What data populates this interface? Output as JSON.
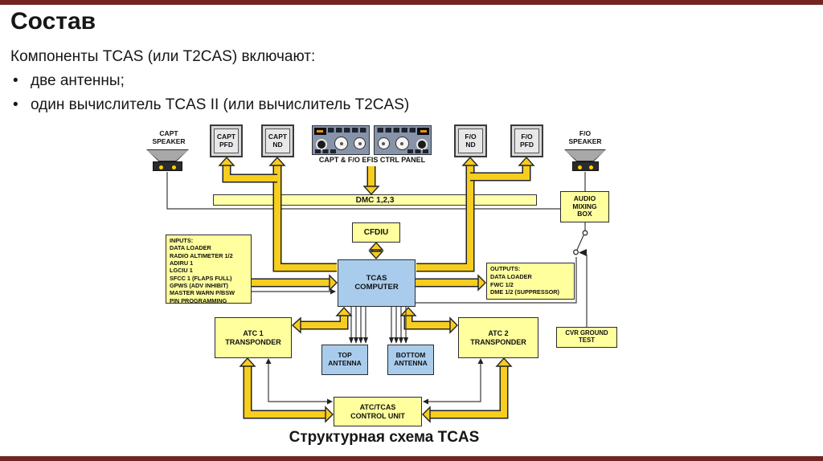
{
  "colors": {
    "gold": "#F7CD1E",
    "pale_yellow": "#FFFF9E",
    "bar_yellow": "#FFFFA8",
    "blue": "#A9CCEC",
    "maroon": "#722421"
  },
  "slide": {
    "title": "Состав",
    "subtitle": "Компоненты TCAS (или T2CAS) включают:",
    "bullets": [
      "две антенны;",
      "один вычислитель TCAS II (или вычислитель T2CAS)"
    ],
    "caption": "Структурная схема TCAS"
  },
  "diagram": {
    "capt_speaker": "CAPT\nSPEAKER",
    "capt_pfd": "CAPT\nPFD",
    "capt_nd": "CAPT\nND",
    "efis_label": "CAPT & F/O EFIS CTRL PANEL",
    "fo_nd": "F/O\nND",
    "fo_pfd": "F/O\nPFD",
    "fo_speaker": "F/O\nSPEAKER",
    "dmc_bus": "DMC 1,2,3",
    "audio_mixing_box": "AUDIO\nMIXING\nBOX",
    "cfdiu": "CFDIU",
    "inputs": {
      "title": "INPUTS:",
      "items": [
        "DATA LOADER",
        "RADIO ALTIMETER 1/2",
        "ADIRU 1",
        "LGCIU 1",
        "SFCC 1 (FLAPS FULL)",
        "GPWS (ADV INHIBIT)",
        "MASTER WARN P/BSW",
        "PIN PROGRAMMING"
      ]
    },
    "tcas_computer": "TCAS\nCOMPUTER",
    "outputs": {
      "title": "OUTPUTS:",
      "items": [
        "DATA LOADER",
        "FWC 1/2",
        "DME 1/2 (SUPPRESSOR)"
      ]
    },
    "atc1": "ATC 1\nTRANSPONDER",
    "atc2": "ATC 2\nTRANSPONDER",
    "top_antenna": "TOP\nANTENNA",
    "bottom_antenna": "BOTTOM\nANTENNA",
    "cvr_ground_test": "CVR GROUND\nTEST",
    "control_unit": "ATC/TCAS\nCONTROL UNIT"
  }
}
